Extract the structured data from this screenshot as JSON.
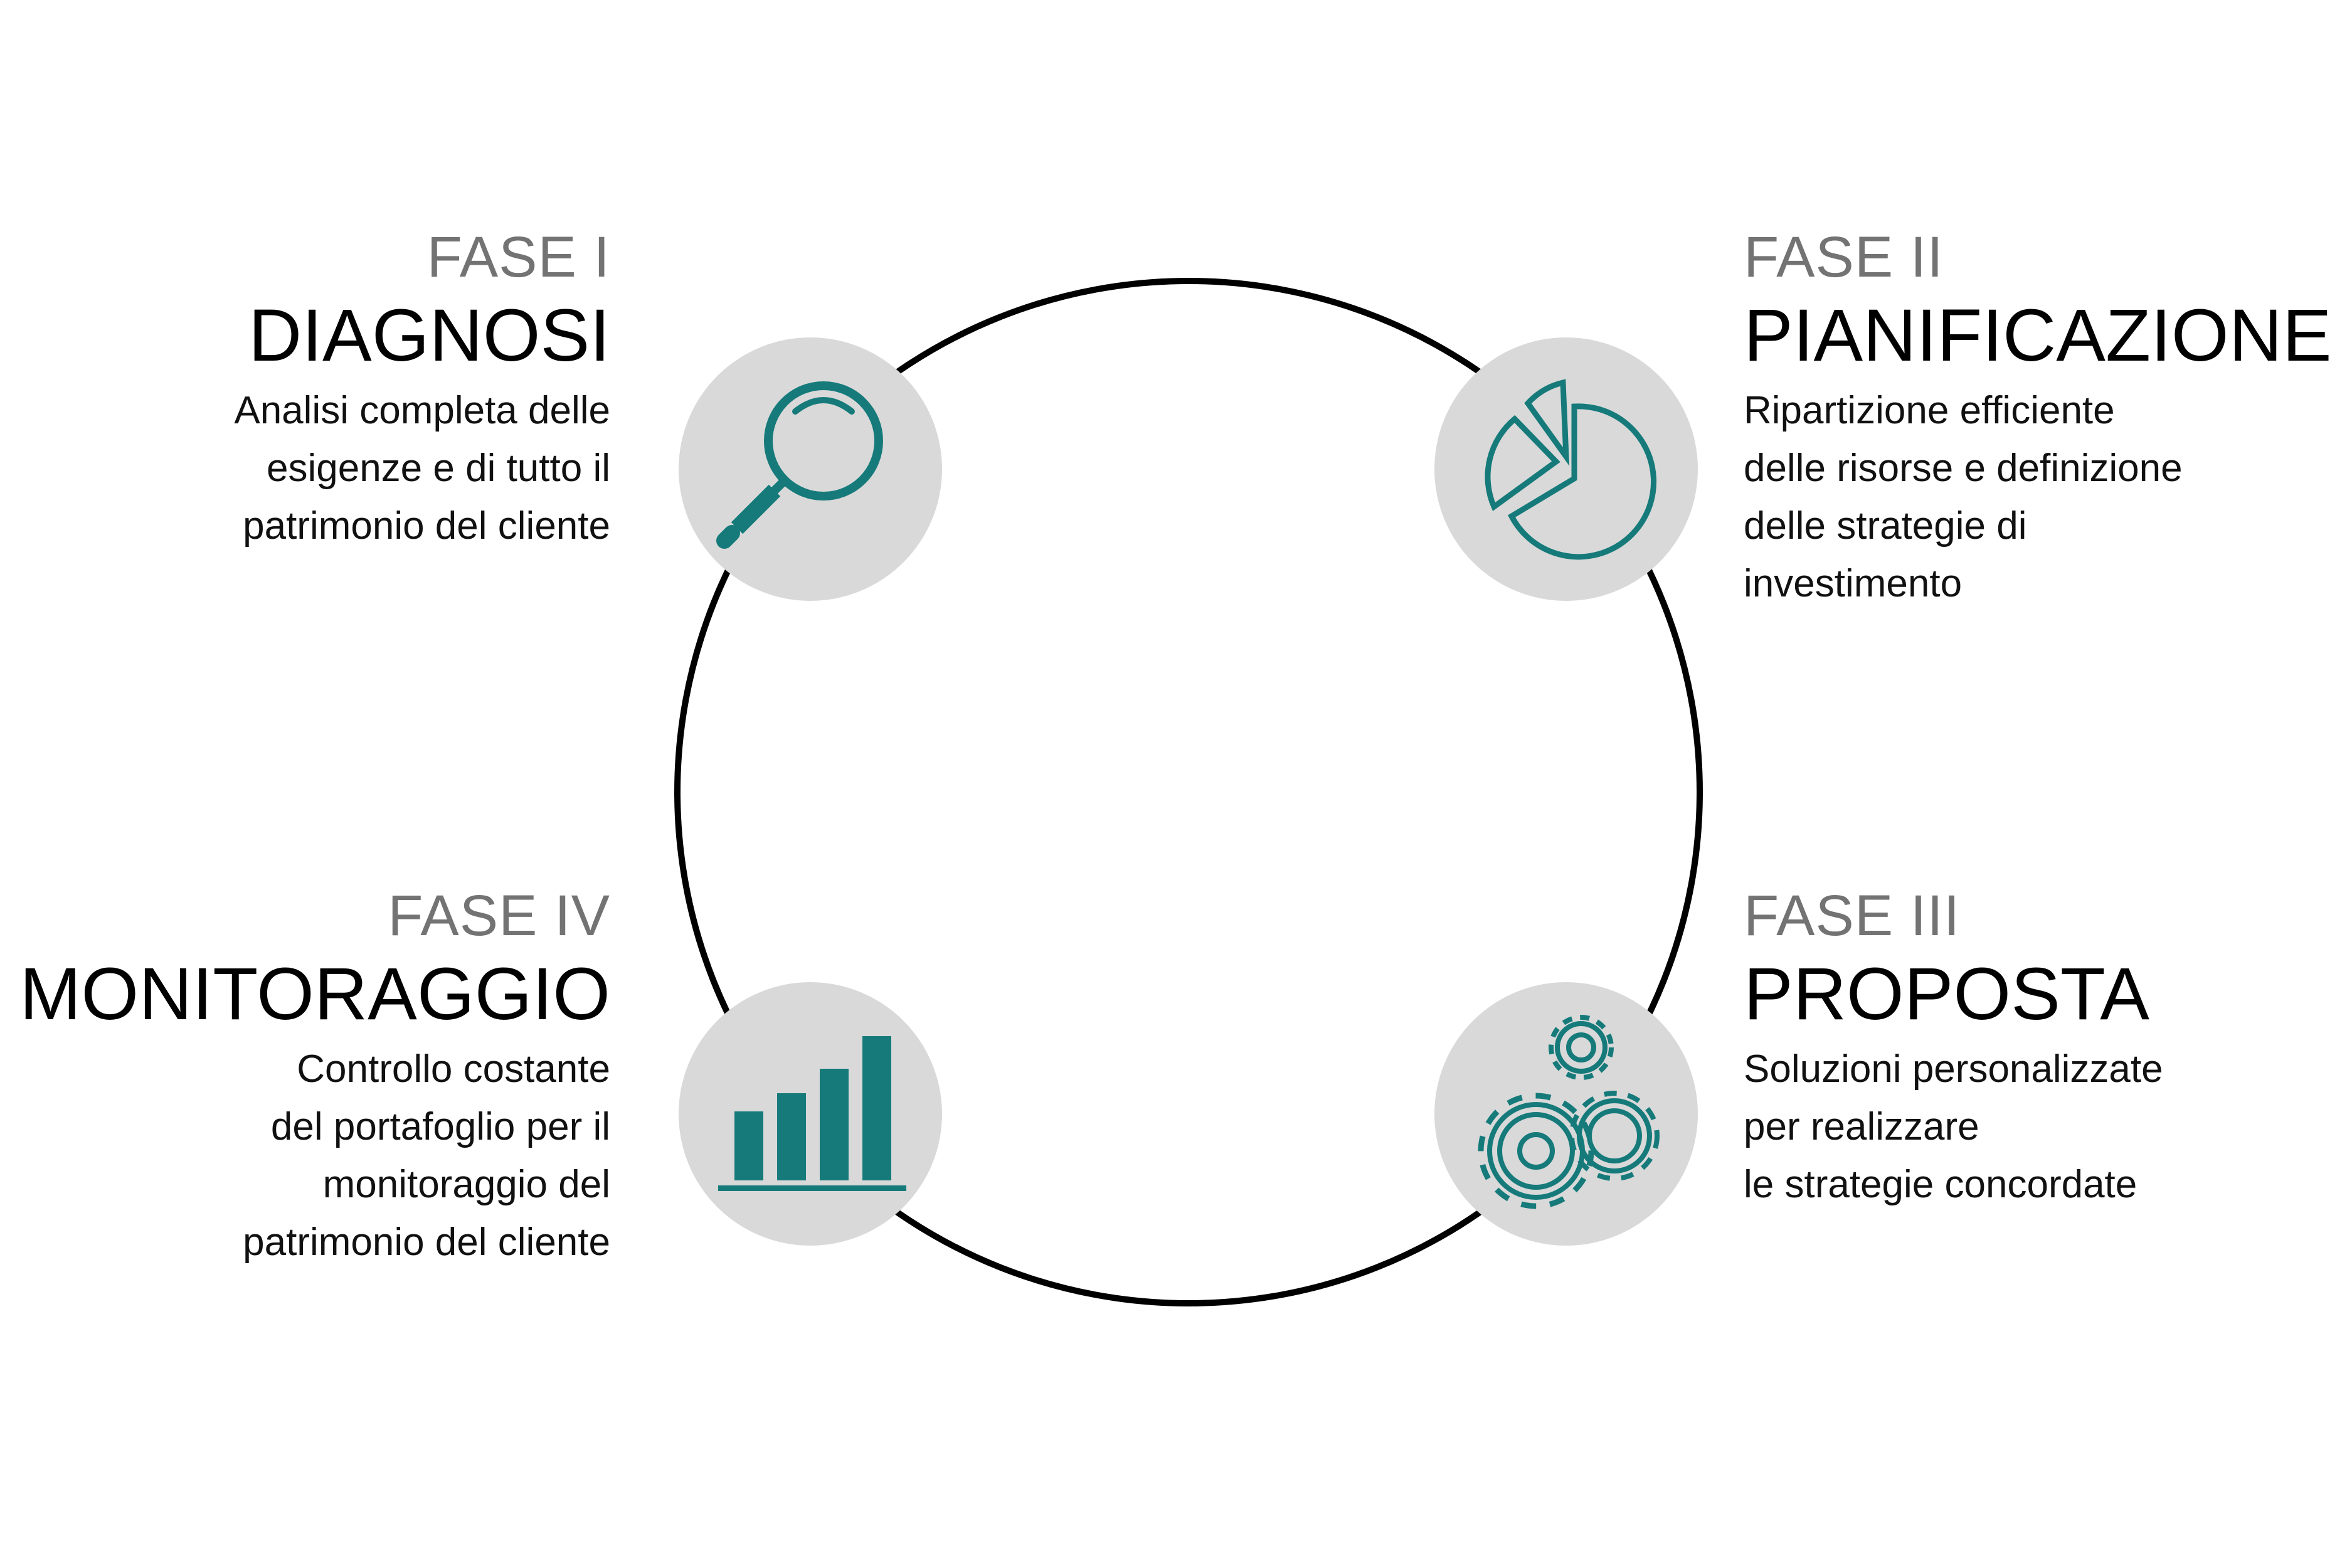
{
  "colors": {
    "accent": "#167A7A",
    "icon_bg": "#D9D9D9",
    "ring": "#000000",
    "phase_label": "#737373"
  },
  "phases": [
    {
      "label": "FASE I",
      "title": "DIAGNOSI",
      "icon": "magnifier-icon",
      "lines": [
        "Analisi completa delle",
        "esigenze e di tutto il",
        "patrimonio del cliente"
      ]
    },
    {
      "label": "FASE II",
      "title": "PIANIFICAZIONE",
      "icon": "pie-chart-icon",
      "lines": [
        "Ripartizione efficiente",
        "delle risorse e definizione",
        "delle strategie di",
        "investimento"
      ]
    },
    {
      "label": "FASE III",
      "title": "PROPOSTA",
      "icon": "gears-icon",
      "lines": [
        "Soluzioni personalizzate",
        "per realizzare",
        "le strategie concordate"
      ]
    },
    {
      "label": "FASE IV",
      "title": "MONITORAGGIO",
      "icon": "bar-chart-icon",
      "lines": [
        "Controllo costante",
        "del portafoglio per il",
        "monitoraggio del",
        "patrimonio del cliente"
      ]
    }
  ]
}
